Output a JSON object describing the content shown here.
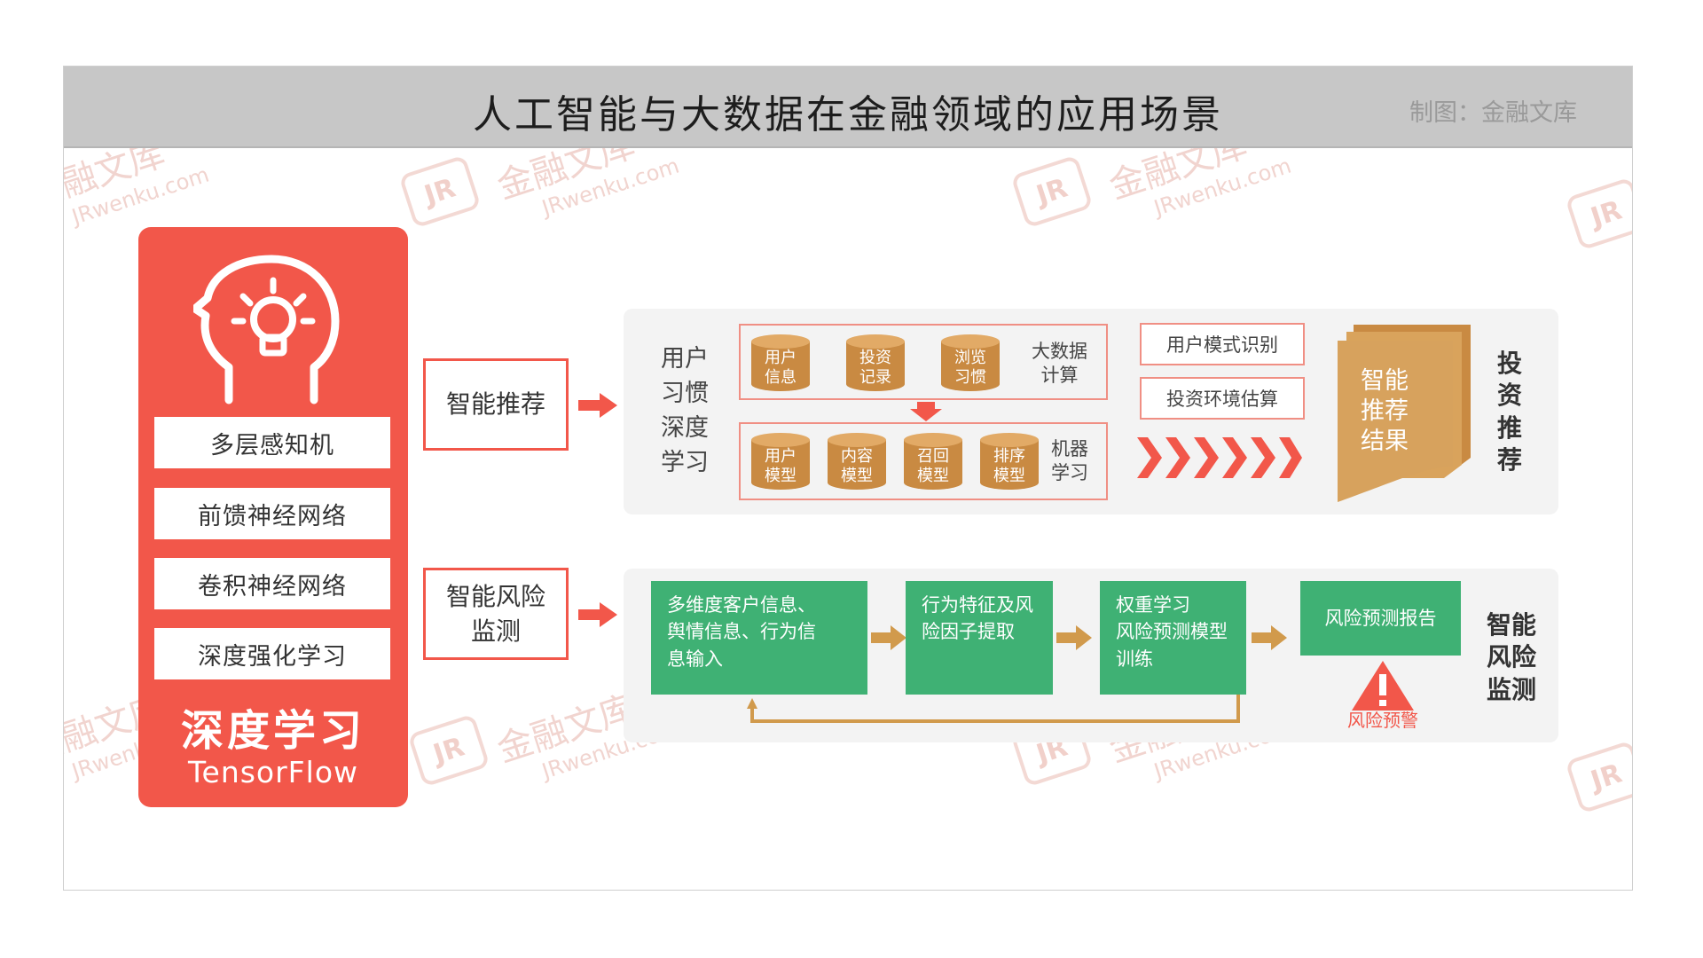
{
  "title": "人工智能与大数据在金融领域的应用场景",
  "credit": "制图：金融文库",
  "watermark": {
    "text": "金融文库",
    "sub": "JRwenku.com",
    "logo": "JR"
  },
  "left_panel": {
    "items": [
      "多层感知机",
      "前馈神经网络",
      "卷积神经网络",
      "深度强化学习"
    ],
    "title": "深度学习",
    "subtitle": "TensorFlow"
  },
  "recommend": {
    "label": "智能推荐",
    "side_text": [
      "用户",
      "习惯",
      "深度",
      "学习"
    ],
    "row1": {
      "cylinders": [
        [
          "用户",
          "信息"
        ],
        [
          "投资",
          "记录"
        ],
        [
          "浏览",
          "习惯"
        ]
      ],
      "label": [
        "大数据",
        "计算"
      ]
    },
    "row2": {
      "cylinders": [
        [
          "用户",
          "模型"
        ],
        [
          "内容",
          "模型"
        ],
        [
          "召回",
          "模型"
        ],
        [
          "排序",
          "模型"
        ]
      ],
      "label": [
        "机器",
        "学习"
      ]
    },
    "pills": [
      "用户模式识别",
      "投资环境估算"
    ],
    "result": [
      "智能",
      "推荐",
      "结果"
    ],
    "vertical_title": [
      "投",
      "资",
      "推",
      "荐"
    ]
  },
  "risk": {
    "label": [
      "智能风险",
      "监测"
    ],
    "boxes": [
      [
        "多维度客户信息、",
        "舆情信息、行为信",
        "息输入"
      ],
      [
        "行为特征及风",
        "险因子提取"
      ],
      [
        "权重学习",
        "风险预测模型",
        "训练"
      ]
    ],
    "report": "风险预测报告",
    "warning": "风险预警",
    "vertical_title": [
      "智能",
      "风险",
      "监测"
    ]
  },
  "colors": {
    "red": "#f2574a",
    "green": "#3fb174",
    "tan": "#d19a4c",
    "gold": "#c98a42"
  },
  "icons": [
    "head-lightbulb-icon",
    "warning-triangle-icon",
    "chevron-right-icon",
    "arrow-right-icon"
  ]
}
